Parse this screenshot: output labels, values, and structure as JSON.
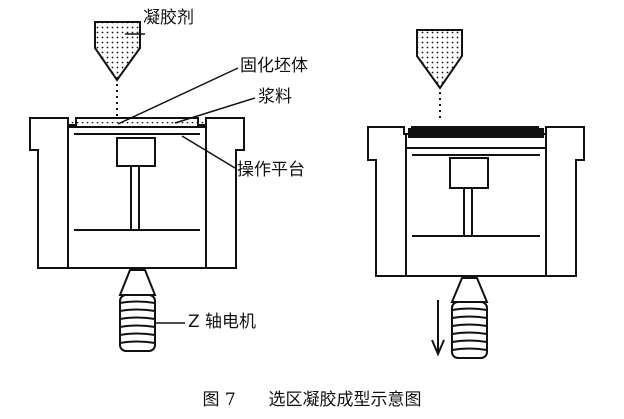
{
  "labels": {
    "binder": "凝胶剂",
    "solidified_green_body": "固化坯体",
    "slurry": "浆料",
    "build_platform": "操作平台",
    "z_axis_motor": "Z 轴电机"
  },
  "caption": {
    "figure_number": "图 7",
    "title": "选区凝胶成型示意图"
  },
  "icons": {
    "down_arrow": "arrow-down-icon"
  },
  "colors": {
    "ink": "#111111",
    "background": "#ffffff"
  }
}
